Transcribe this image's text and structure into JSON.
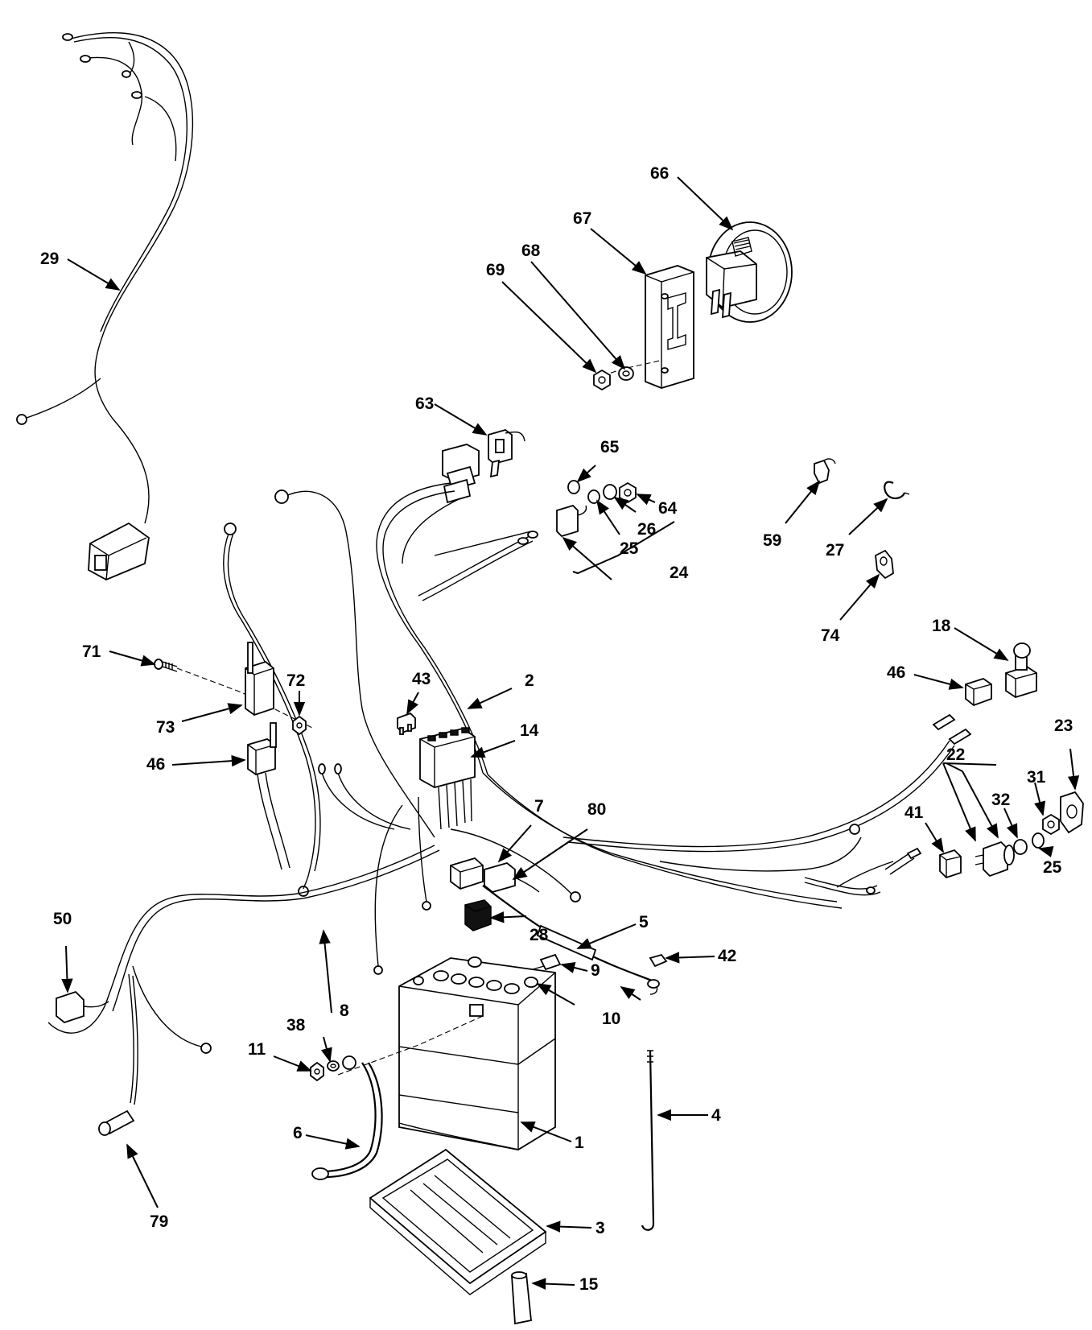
{
  "labels": {
    "l29": "29",
    "l66": "66",
    "l67": "67",
    "l68": "68",
    "l69": "69",
    "l63": "63",
    "l65": "65",
    "l64": "64",
    "l26": "26",
    "l25a": "25",
    "l24": "24",
    "l59": "59",
    "l27": "27",
    "l74": "74",
    "l18": "18",
    "l46a": "46",
    "l71": "71",
    "l72": "72",
    "l73": "73",
    "l46b": "46",
    "l43": "43",
    "l2": "2",
    "l14": "14",
    "l23": "23",
    "l22": "22",
    "l31": "31",
    "l32": "32",
    "l25b": "25",
    "l41": "41",
    "l7": "7",
    "l80": "80",
    "l50": "50",
    "l5": "5",
    "l28": "28",
    "l42": "42",
    "l8": "8",
    "l9": "9",
    "l10": "10",
    "l38": "38",
    "l11": "11",
    "l6": "6",
    "l1": "1",
    "l4": "4",
    "l79": "79",
    "l3": "3",
    "l15": "15"
  }
}
